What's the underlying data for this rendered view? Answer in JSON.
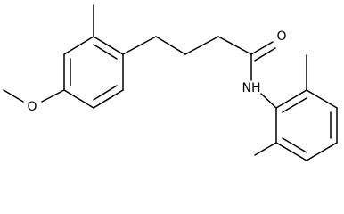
{
  "molecule": {
    "atoms": {
      "carbonyl_oxygen": "O",
      "amide_nitrogen": "NH",
      "methoxy_oxygen": "O"
    }
  }
}
